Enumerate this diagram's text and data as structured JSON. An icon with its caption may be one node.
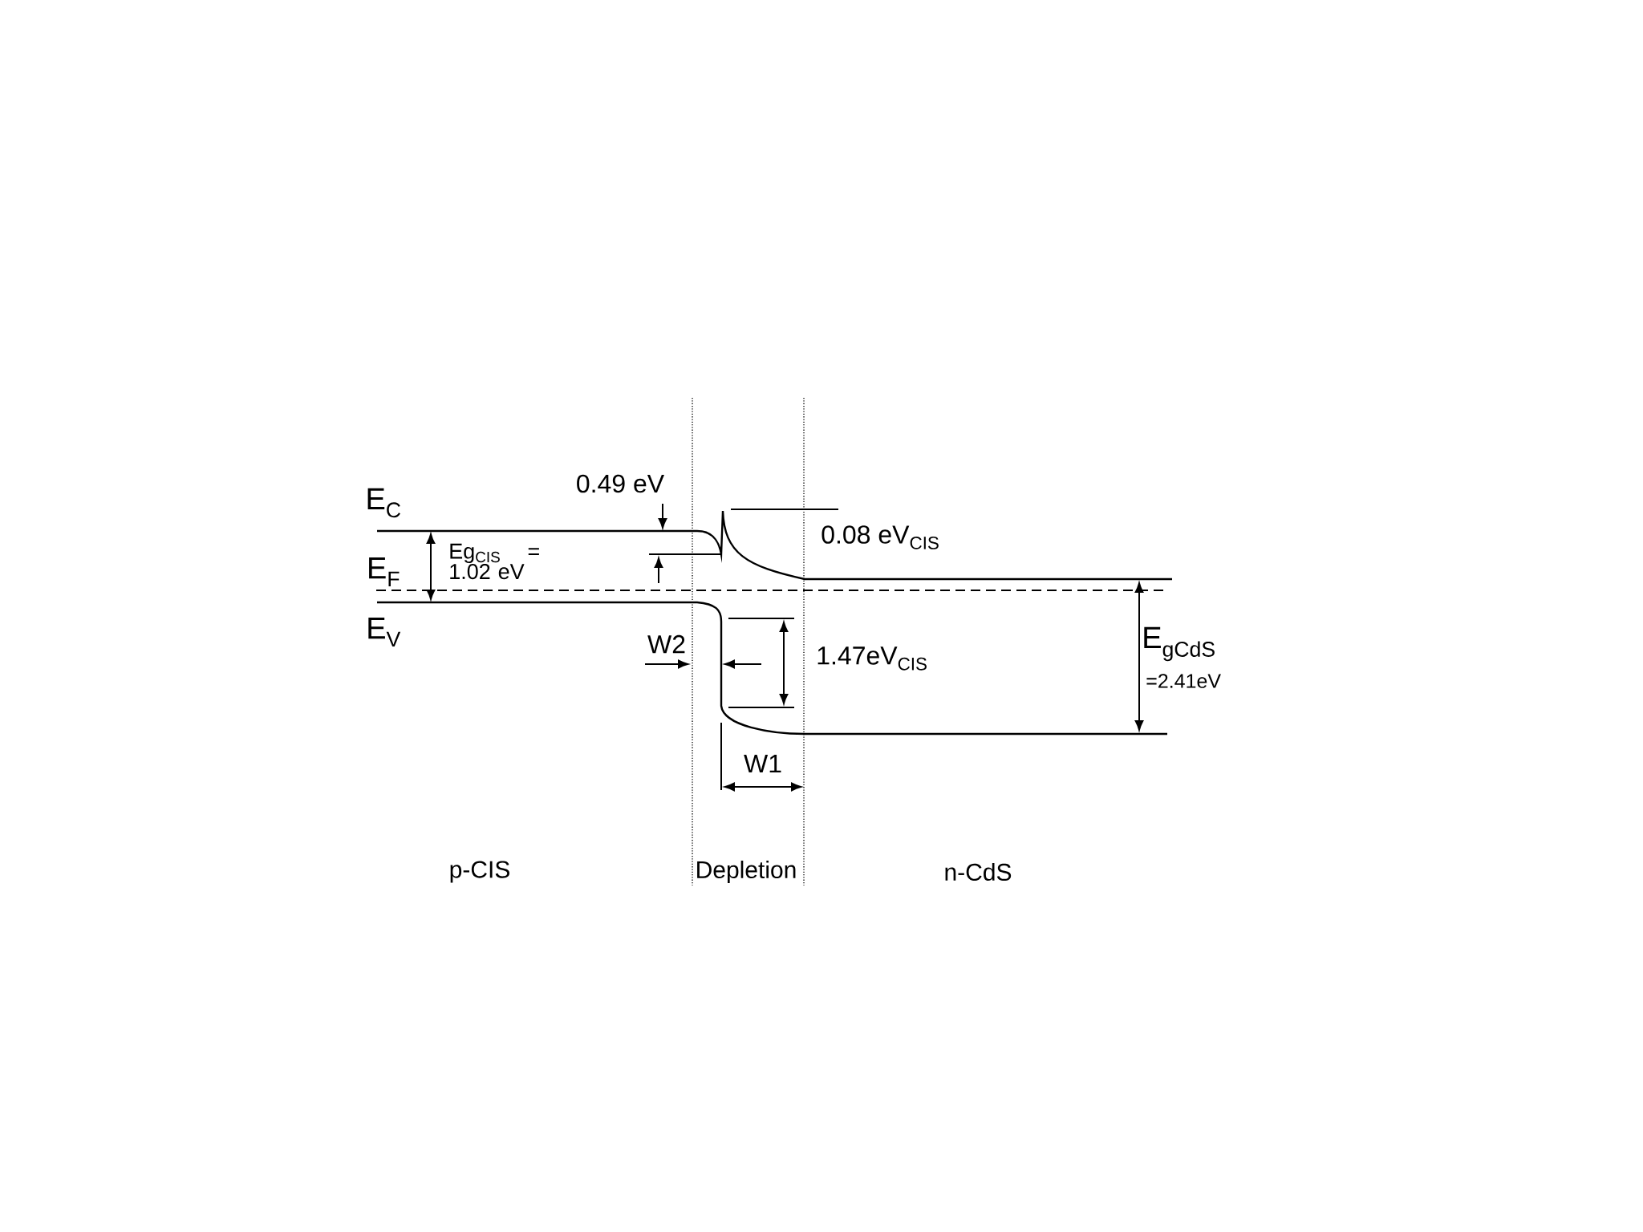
{
  "diagram": {
    "labels": [
      "0.49 eV",
      "E$_{C}$",
      "0.08 eV$_{CIS}$",
      "Eg$_{CIS}$ = 1.02 eV",
      "E$_{F}$",
      "E$_{V}$",
      "W2",
      "1.47eV$_{CIS}$",
      "E$_{gCdS}$",
      "=2.41eV",
      "W1",
      "p-CIS",
      "Depletion",
      "n-CdS"
    ]
  }
}
